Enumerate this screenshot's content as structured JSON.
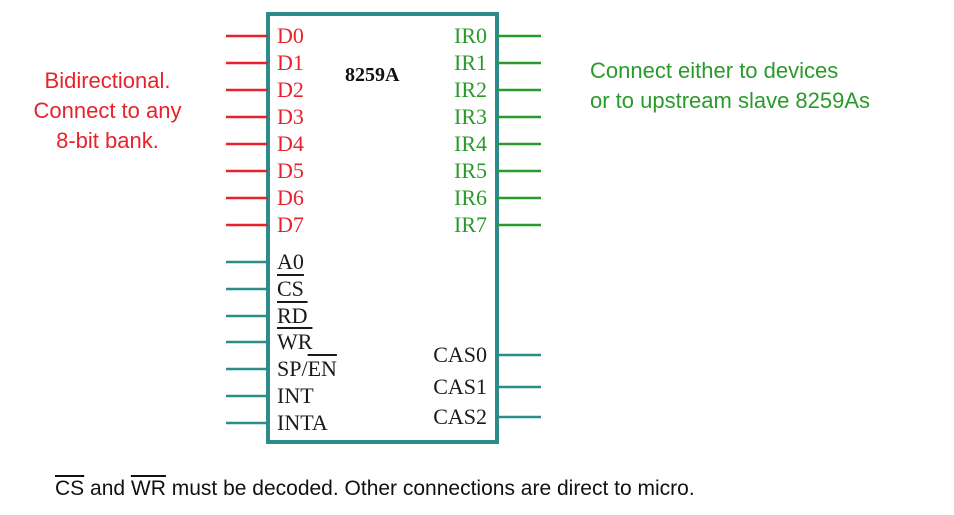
{
  "colors": {
    "red": "#e8222c",
    "green": "#2a9a2a",
    "teal": "#2c8c8c",
    "text": "#1a1a1a"
  },
  "chip": {
    "title": "8259A"
  },
  "left_note": {
    "lines": [
      "Bidirectional.",
      "Connect to any",
      "8-bit bank."
    ]
  },
  "right_note": {
    "lines": [
      "Connect either to devices",
      "or to upstream slave 8259As"
    ]
  },
  "data_pins": [
    "D0",
    "D1",
    "D2",
    "D3",
    "D4",
    "D5",
    "D6",
    "D7"
  ],
  "ir_pins": [
    "IR0",
    "IR1",
    "IR2",
    "IR3",
    "IR4",
    "IR5",
    "IR6",
    "IR7"
  ],
  "control_pins": {
    "a0": "A0",
    "cs": "CS",
    "rd": "RD",
    "wr": "WR",
    "sp": "SP/",
    "en": "EN",
    "int": "INT",
    "inta": "INTA"
  },
  "cas_pins": [
    "CAS0",
    "CAS1",
    "CAS2"
  ],
  "footer": {
    "cs": "CS",
    "and": " and ",
    "wr": "WR",
    "rest": " must be decoded. Other connections are direct to micro."
  }
}
